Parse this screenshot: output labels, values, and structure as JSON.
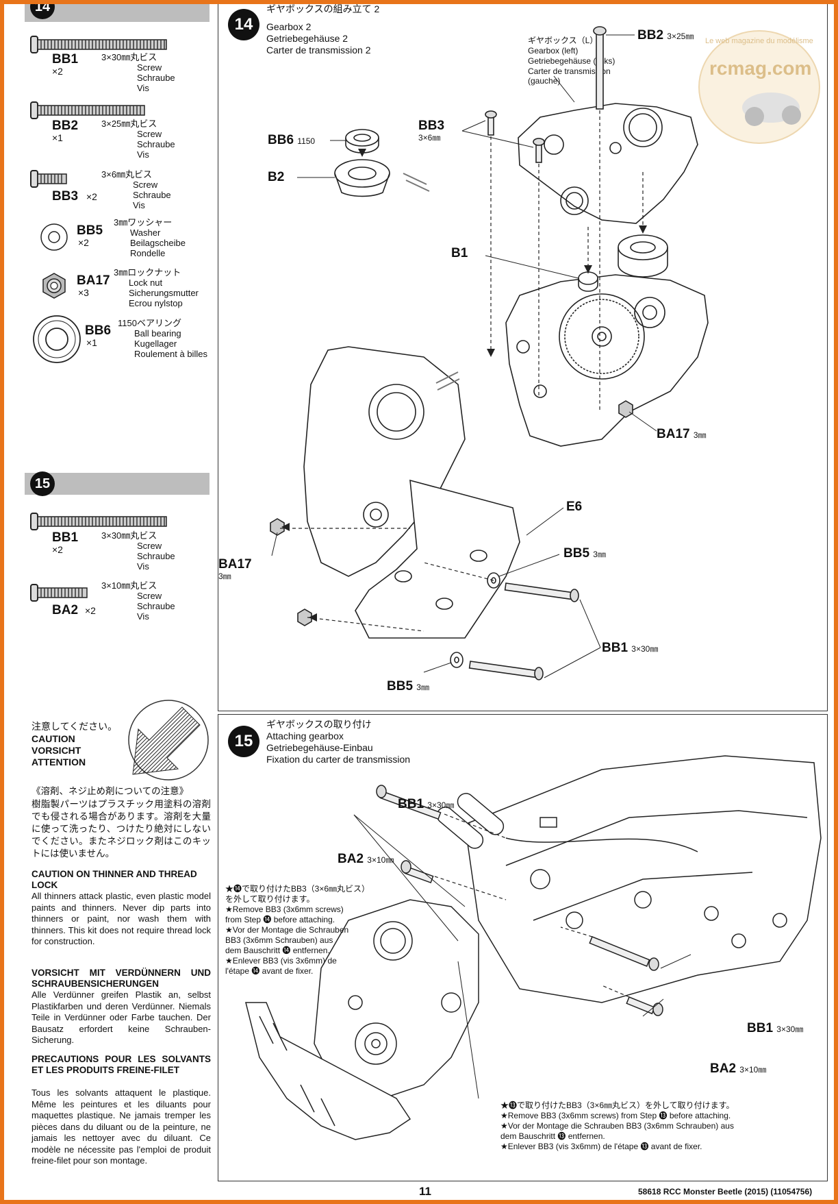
{
  "step14_sidebar": {
    "badge": "14",
    "parts": [
      {
        "code": "BB1",
        "qty": "×2",
        "size": "3×30㎜丸ビス",
        "en": "Screw",
        "de": "Schraube",
        "fr": "Vis"
      },
      {
        "code": "BB2",
        "qty": "×1",
        "size": "3×25㎜丸ビス",
        "en": "Screw",
        "de": "Schraube",
        "fr": "Vis"
      },
      {
        "code": "BB3",
        "qty": "×2",
        "size": "3×6㎜丸ビス",
        "en": "Screw",
        "de": "Schraube",
        "fr": "Vis"
      },
      {
        "code": "BB5",
        "qty": "×2",
        "size": "3㎜ワッシャー",
        "en": "Washer",
        "de": "Beilagscheibe",
        "fr": "Rondelle"
      },
      {
        "code": "BA17",
        "qty": "×3",
        "size": "3㎜ロックナット",
        "en": "Lock nut",
        "de": "Sicherungsmutter",
        "fr": "Ecrou nylstop"
      },
      {
        "code": "BB6",
        "qty": "×1",
        "size": "1150ベアリング",
        "en": "Ball bearing",
        "de": "Kugellager",
        "fr": "Roulement à billes"
      }
    ]
  },
  "step15_sidebar": {
    "badge": "15",
    "parts": [
      {
        "code": "BB1",
        "qty": "×2",
        "size": "3×30㎜丸ビス",
        "en": "Screw",
        "de": "Schraube",
        "fr": "Vis"
      },
      {
        "code": "BA2",
        "qty": "×2",
        "size": "3×10㎜丸ビス",
        "en": "Screw",
        "de": "Schraube",
        "fr": "Vis"
      }
    ]
  },
  "caution": {
    "jp": "注意してください。",
    "en": "CAUTION",
    "de": "VORSICHT",
    "fr": "ATTENTION",
    "jp_head": "《溶剤、ネジ止め剤についての注意》",
    "jp_body": "樹脂製パーツはプラスチック用塗料の溶剤でも侵される場合があります。溶剤を大量に使って洗ったり、つけたり絶対にしないでください。またネジロック剤はこのキットには使いません。",
    "en_head": "CAUTION ON THINNER AND THREAD LOCK",
    "en_body": "All thinners attack plastic, even plastic model paints and thinners. Never dip parts into thinners or paint, nor wash them with thinners. This kit does not require thread lock for construction.",
    "de_head": "VORSICHT MIT VERDÜNNERN UND SCHRAUBENSICHERUNGEN",
    "de_body": "Alle Verdünner greifen Plastik an, selbst Plastikfarben und deren Verdünner. Niemals Teile in Verdünner oder Farbe tauchen. Der Bausatz erfordert keine Schrauben-Sicherung.",
    "fr_head": "PRECAUTIONS POUR LES SOLVANTS ET LES PRODUITS FREINE-FILET",
    "fr_body": "Tous les solvants attaquent le plastique. Même les peintures et les diluants pour maquettes plastique. Ne jamais tremper les pièces dans du diluant ou de la peinture, ne jamais les nettoyer avec du diluant. Ce modèle ne nécessite pas l'emploi de produit freine-filet pour son montage."
  },
  "step14": {
    "badge": "14",
    "title_jp": "ギヤボックスの組み立て 2",
    "title_en": "Gearbox 2",
    "title_de": "Getriebegehäuse 2",
    "title_fr": "Carter de transmission 2",
    "left_gearbox": [
      "ギヤボックス（L）",
      "Gearbox (left)",
      "Getriebegehäuse (links)",
      "Carter de transmission",
      "(gauche)"
    ],
    "labels": {
      "bb2": "BB2",
      "bb2_size": "3×25㎜",
      "bb3": "BB3",
      "bb3_size": "3×6㎜",
      "bb6": "BB6",
      "bb6_size": "1150",
      "b2": "B2",
      "b1": "B1",
      "ba17_right": "BA17",
      "ba17_right_size": "3㎜",
      "e6": "E6",
      "bb5_top": "BB5",
      "bb5_top_size": "3㎜",
      "ba17_left": "BA17",
      "ba17_left_size": "3㎜",
      "bb1": "BB1",
      "bb1_size": "3×30㎜",
      "bb5_bottom": "BB5",
      "bb5_bottom_size": "3㎜"
    }
  },
  "step15": {
    "badge": "15",
    "title_jp": "ギヤボックスの取り付け",
    "title_en": "Attaching gearbox",
    "title_de": "Getriebegehäuse-Einbau",
    "title_fr": "Fixation du carter de transmission",
    "note14": [
      "★⓮で取り付けたBB3（3×6㎜丸ビス）",
      "を外して取り付けます。",
      "★Remove BB3 (3x6mm screws)",
      "from Step ⓮ before attaching.",
      "★Vor der Montage die Schrauben",
      "BB3 (3x6mm Schrauben) aus",
      "dem Bauschritt ⓮ entfernen.",
      "★Enlever BB3 (vis 3x6mm) de",
      "l'étape ⓮ avant de fixer."
    ],
    "note13": [
      "★⓭で取り付けたBB3（3×6㎜丸ビス）を外して取り付けます。",
      "★Remove BB3 (3x6mm screws) from Step ⓭ before attaching.",
      "★Vor der Montage die Schrauben BB3 (3x6mm Schrauben) aus",
      "dem Bauschritt ⓭ entfernen.",
      "★Enlever BB3 (vis 3x6mm) de l'étape ⓭ avant de fixer."
    ],
    "labels": {
      "bb1_top": "BB1",
      "bb1_top_size": "3×30㎜",
      "ba2_top": "BA2",
      "ba2_top_size": "3×10㎜",
      "bb1_right": "BB1",
      "bb1_right_size": "3×30㎜",
      "ba2_right": "BA2",
      "ba2_right_size": "3×10㎜"
    }
  },
  "footer": {
    "page_number": "11",
    "product": "58618 RCC Monster Beetle (2015) (11054756)"
  },
  "watermark": {
    "site": "rcmag.com",
    "tagline": "Le web magazine du modélisme"
  }
}
